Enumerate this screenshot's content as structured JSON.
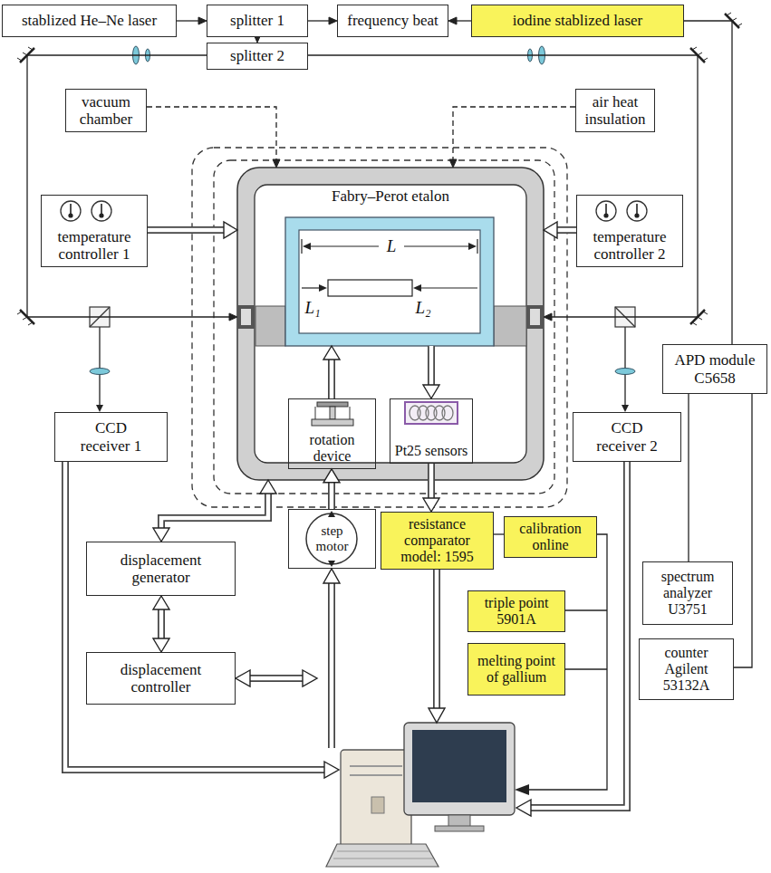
{
  "diagram": {
    "nodes": [
      {
        "text": [
          "stablized He–Ne laser"
        ]
      },
      {
        "text": [
          "splitter 1"
        ]
      },
      {
        "text": [
          "frequency beat"
        ]
      },
      {
        "text": [
          "iodine stablized laser"
        ]
      },
      {
        "text": [
          "splitter 2"
        ]
      },
      {
        "text": [
          "vacuum chamber"
        ]
      },
      {
        "text": [
          "air heat insulation"
        ]
      },
      {
        "text": [
          "temperature controller 1"
        ]
      },
      {
        "text": [
          "temperature controller 2"
        ]
      },
      {
        "text": [
          "Fabry–Perot etalon"
        ]
      },
      {
        "text": [
          "L",
          "L₁",
          "L₂"
        ],
        "in": 9
      },
      {
        "text": [
          "rotation device"
        ],
        "in": 9
      },
      {
        "text": [
          "Pt25 sensors"
        ],
        "in": 9
      },
      {
        "text": [
          "CCD receiver 1"
        ]
      },
      {
        "text": [
          "CCD receiver 2"
        ]
      },
      {
        "text": [
          "APD module C5658"
        ]
      },
      {
        "text": [
          "displacement generator"
        ]
      },
      {
        "text": [
          "step motor"
        ]
      },
      {
        "text": [
          "resistance comparator model: 1595"
        ]
      },
      {
        "text": [
          "calibration online"
        ]
      },
      {
        "text": [
          "triple point 5901A"
        ]
      },
      {
        "text": [
          "melting point of gallium"
        ]
      },
      {
        "text": [
          "spectrum analyzer U3751"
        ]
      },
      {
        "text": [
          "counter Agilent 53132A"
        ]
      },
      {
        "text": [
          "displacement controller"
        ]
      }
    ],
    "edges": [
      {
        "from": 0,
        "to": 1,
        "arrow": "to"
      },
      {
        "from": 1,
        "to": 2,
        "arrow": "to"
      },
      {
        "from": 3,
        "to": 2,
        "arrow": "to"
      },
      {
        "from": 1,
        "to": 4,
        "arrow": "to"
      },
      {
        "from": 3,
        "to": 15,
        "arrow": "none"
      },
      {
        "from": 4,
        "to": 9,
        "arrow": "to"
      },
      {
        "from": 4,
        "to": 9,
        "arrow": "to"
      },
      {
        "from": 5,
        "to": 9,
        "arrow": "to"
      },
      {
        "from": 6,
        "to": 9,
        "arrow": "to"
      },
      {
        "from": 7,
        "to": 9,
        "arrow": "to"
      },
      {
        "from": 8,
        "to": 9,
        "arrow": "to"
      },
      {
        "from": 11,
        "to": 10,
        "arrow": "to"
      },
      {
        "from": 10,
        "to": 12,
        "arrow": "to"
      },
      {
        "from": 12,
        "to": 18,
        "arrow": "to"
      },
      {
        "from": 17,
        "to": 11,
        "arrow": "to"
      },
      {
        "from": 18,
        "to": 19,
        "arrow": "none"
      },
      {
        "from": 16,
        "to": 24,
        "arrow": "both"
      },
      {
        "from": 16,
        "to": 9,
        "arrow": "both"
      },
      {
        "from": 15,
        "to": 22,
        "arrow": "none"
      },
      {
        "from": 15,
        "to": 23,
        "arrow": "none"
      }
    ]
  }
}
